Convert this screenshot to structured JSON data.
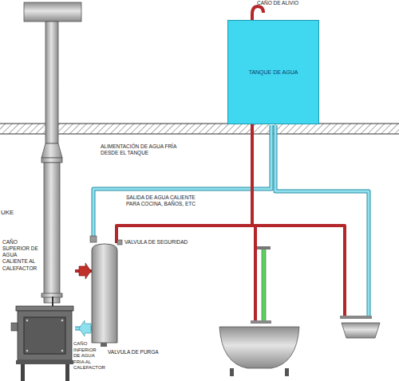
{
  "diagram": {
    "nodes": [
      {
        "text": [
          "TANQUE DE AGUA"
        ]
      }
    ],
    "labels": [
      "CAÑO DE ALIVIO",
      "ALIMENTACIÓN DE AGUA FRÍA DESDE EL TANQUE",
      "UKE",
      "SALIDA DE AGUA CALIENTE PARA COCINA, BAÑOS, ETC",
      "VALVULA DE SEGURIDAD",
      "CAÑO SUPERIOR DE AGUA CALIENTE AL CALEFACTOR",
      "CAÑO INFERIOR DE AGUA FRIA AL CALEFACTOR",
      "VALVULA DE PURGA"
    ]
  }
}
